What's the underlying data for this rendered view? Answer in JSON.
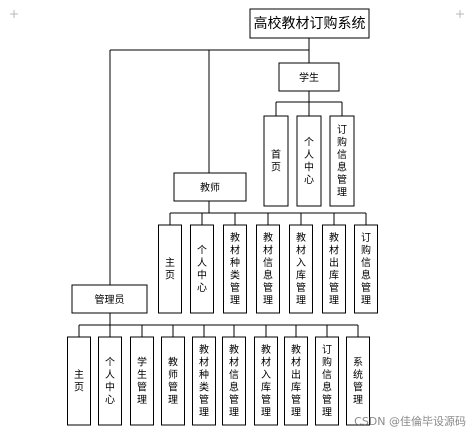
{
  "title": "高校教材订购系统",
  "student": {
    "label": "学生",
    "items": [
      "首页",
      "个人中心",
      "订购信息管理"
    ]
  },
  "teacher": {
    "label": "教师",
    "items": [
      "主页",
      "个人中心",
      "教材种类管理",
      "教材信息管理",
      "教材入库管理",
      "教材出库管理",
      "订购信息管理"
    ]
  },
  "admin": {
    "label": "管理员",
    "items": [
      "主页",
      "个人中心",
      "学生管理",
      "教师管理",
      "教材种类管理",
      "教材信息管理",
      "教材入库管理",
      "教材出库管理",
      "订购信息管理",
      "系统管理"
    ]
  },
  "watermark": "CSDN @佳倫毕设源码"
}
